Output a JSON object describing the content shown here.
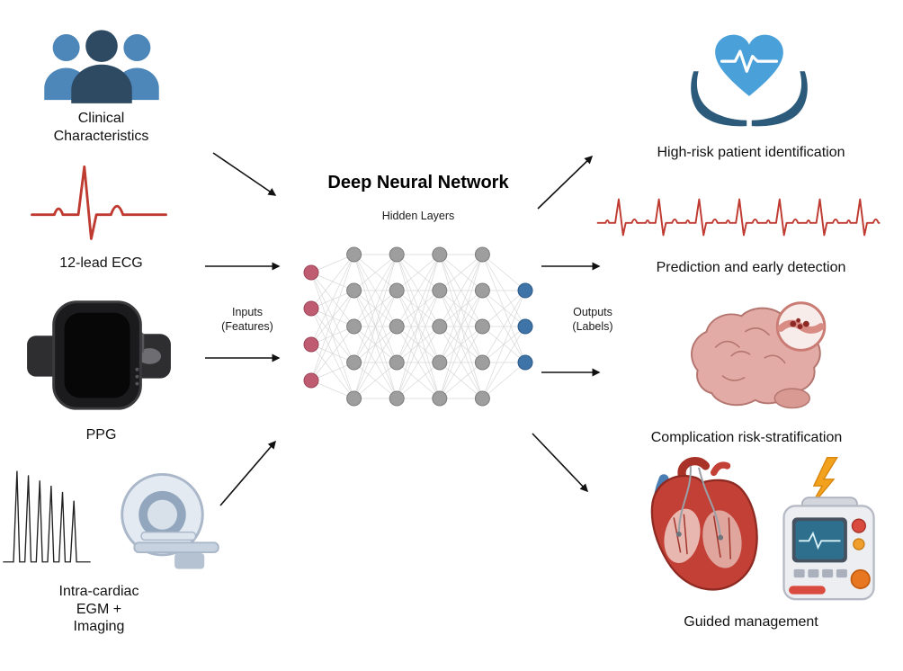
{
  "title": "Deep Neural Network",
  "network": {
    "hidden_layers_label": "Hidden Layers",
    "inputs_label": "Inputs\n(Features)",
    "outputs_label": "Outputs\n(Labels)",
    "layer_sizes": [
      4,
      5,
      5,
      5,
      5,
      3
    ],
    "colors": {
      "input": "#c05c72",
      "input_stroke": "#9c4458",
      "hidden": "#9e9e9e",
      "hidden_stroke": "#7c7c7c",
      "output": "#3e74a8",
      "output_stroke": "#2c5a88",
      "edge": "#d8d8d8"
    }
  },
  "inputs": [
    {
      "id": "clinical",
      "label": "Clinical\nCharacteristics",
      "icon": "people-group-icon"
    },
    {
      "id": "ecg",
      "label": "12-lead ECG",
      "icon": "ecg-waveform-icon"
    },
    {
      "id": "ppg",
      "label": "PPG",
      "icon": "smartwatch-icon"
    },
    {
      "id": "egm",
      "label": "Intra-cardiac\nEGM +\nImaging",
      "icon": "egm-mri-icon"
    }
  ],
  "outputs": [
    {
      "id": "high-risk",
      "label": "High-risk patient identification",
      "icon": "hands-heart-icon"
    },
    {
      "id": "prediction",
      "label": "Prediction and early detection",
      "icon": "ecg-strip-icon"
    },
    {
      "id": "complication",
      "label": "Complication risk-stratification",
      "icon": "brain-stroke-icon"
    },
    {
      "id": "management",
      "label": "Guided management",
      "icon": "heart-defibrillator-icon"
    }
  ]
}
